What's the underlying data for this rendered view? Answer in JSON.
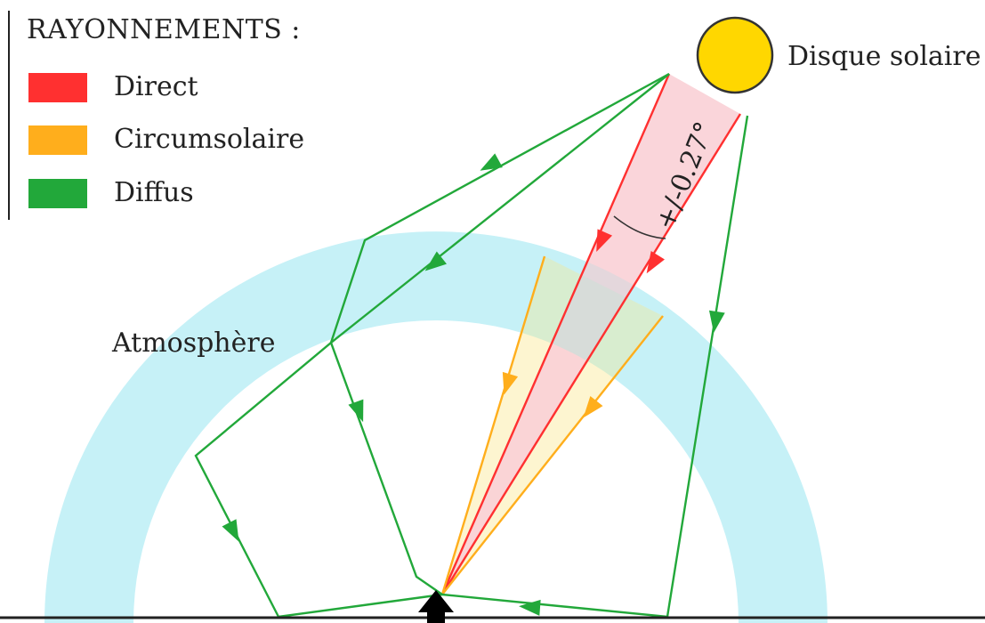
{
  "legend": {
    "title": "RAYONNEMENTS :",
    "items": [
      {
        "label": "Direct",
        "color": "#ff3030"
      },
      {
        "label": "Circumsolaire",
        "color": "#ffae1c"
      },
      {
        "label": "Diffus",
        "color": "#22a83a"
      }
    ]
  },
  "labels": {
    "sun": "Disque solaire",
    "atmosphere": "Atmosphère",
    "angle": "+/-0.27°"
  },
  "colors": {
    "direct": "#ff3030",
    "circumsolar": "#ffae1c",
    "diffuse": "#22a83a",
    "atmosphere": "#c6f1f7",
    "sun_fill": "#ffd700",
    "direct_beam_fill": "#f9d0d6",
    "circumsolar_fill": "#fdf3c8"
  },
  "icons": {
    "sun": "sun-disc-icon",
    "observer": "observer-arrow-icon"
  }
}
